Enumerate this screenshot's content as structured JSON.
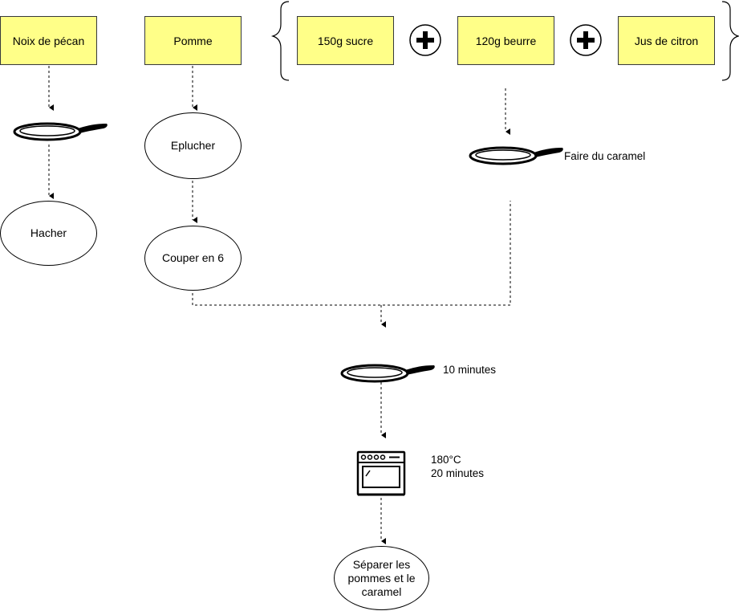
{
  "ingredients": {
    "pecan": "Noix de pécan",
    "apple": "Pomme",
    "sugar": "150g sucre",
    "butter": "120g beurre",
    "lemon": "Jus de citron"
  },
  "steps": {
    "chop": "Hacher",
    "peel": "Eplucher",
    "cut": "Couper en 6",
    "separate": "Séparer les pommes et le caramel"
  },
  "notes": {
    "caramel": "Faire du caramel",
    "pan_time": "10 minutes",
    "oven_temp": "180°C",
    "oven_time": "20 minutes"
  },
  "icons": [
    "frying-pan-icon",
    "plus-icon",
    "oven-icon",
    "curly-brace"
  ],
  "colors": {
    "ingredient_fill": "#ffff88",
    "ingredient_border": "#36393d"
  }
}
